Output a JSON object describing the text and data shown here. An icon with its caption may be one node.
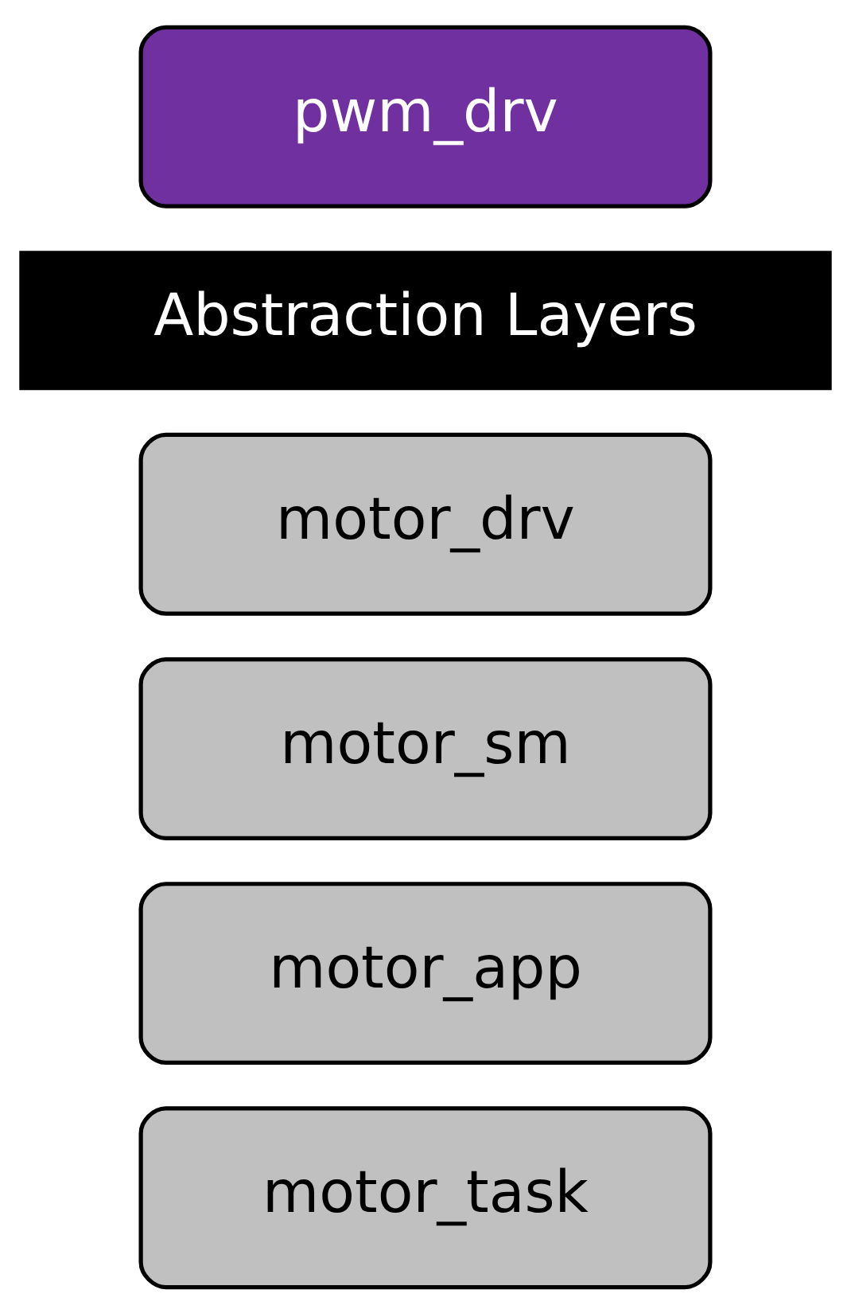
{
  "diagram": {
    "nodes": [
      {
        "text": [
          "motor_task"
        ]
      },
      {
        "text": [
          "motor_app"
        ]
      },
      {
        "text": [
          "motor_sm"
        ]
      },
      {
        "text": [
          "motor_drv"
        ]
      },
      {
        "text": [
          "Abstraction Layers"
        ]
      },
      {
        "text": [
          "pwm_drv"
        ]
      }
    ],
    "edges": []
  }
}
